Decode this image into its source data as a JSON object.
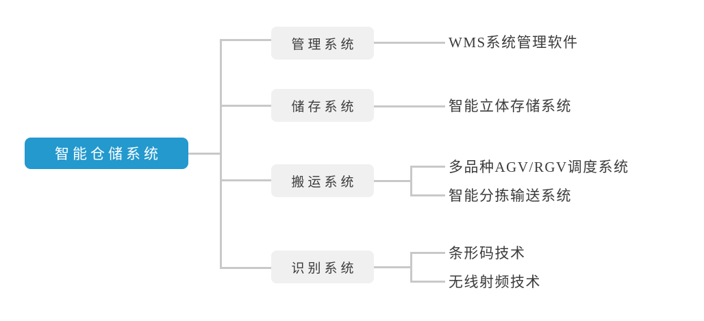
{
  "diagram": {
    "type": "tree-mindmap",
    "orientation": "left-to-right",
    "colors": {
      "root_fill": "#2399ce",
      "root_text": "#ffffff",
      "node_fill": "#f0f0f0",
      "node_text": "#3b3b3b",
      "leaf_text": "#3b3b3b",
      "connector": "#c8c8c8",
      "background": "#ffffff"
    },
    "root": {
      "label": "智能仓储系统"
    },
    "branches": [
      {
        "label": "管理系统",
        "leaves": [
          {
            "label": "WMS系统管理软件"
          }
        ]
      },
      {
        "label": "储存系统",
        "leaves": [
          {
            "label": "智能立体存储系统"
          }
        ]
      },
      {
        "label": "搬运系统",
        "leaves": [
          {
            "label": "多品种AGV/RGV调度系统"
          },
          {
            "label": "智能分拣输送系统"
          }
        ]
      },
      {
        "label": "识别系统",
        "leaves": [
          {
            "label": "条形码技术"
          },
          {
            "label": "无线射频技术"
          }
        ]
      }
    ]
  }
}
